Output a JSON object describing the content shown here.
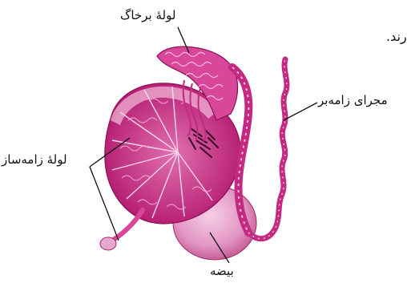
{
  "labels": {
    "epididymis_tube": "لولهٔ برخاگ",
    "vas_deferens": "مجرای زامه‌بر",
    "seminiferous_tubule": "لولهٔ زامه‌ساز",
    "testis": "بیضه",
    "cut_off_text": "رند."
  },
  "icons": {
    "testis_structure": "testis-illustration-icon"
  },
  "colors": {
    "tissue_dark": "#b0126a",
    "tissue_mid": "#d9479a",
    "tissue_light": "#f3bedb",
    "testis_fill": "#e9a7cf",
    "leader_line": "#111111"
  }
}
